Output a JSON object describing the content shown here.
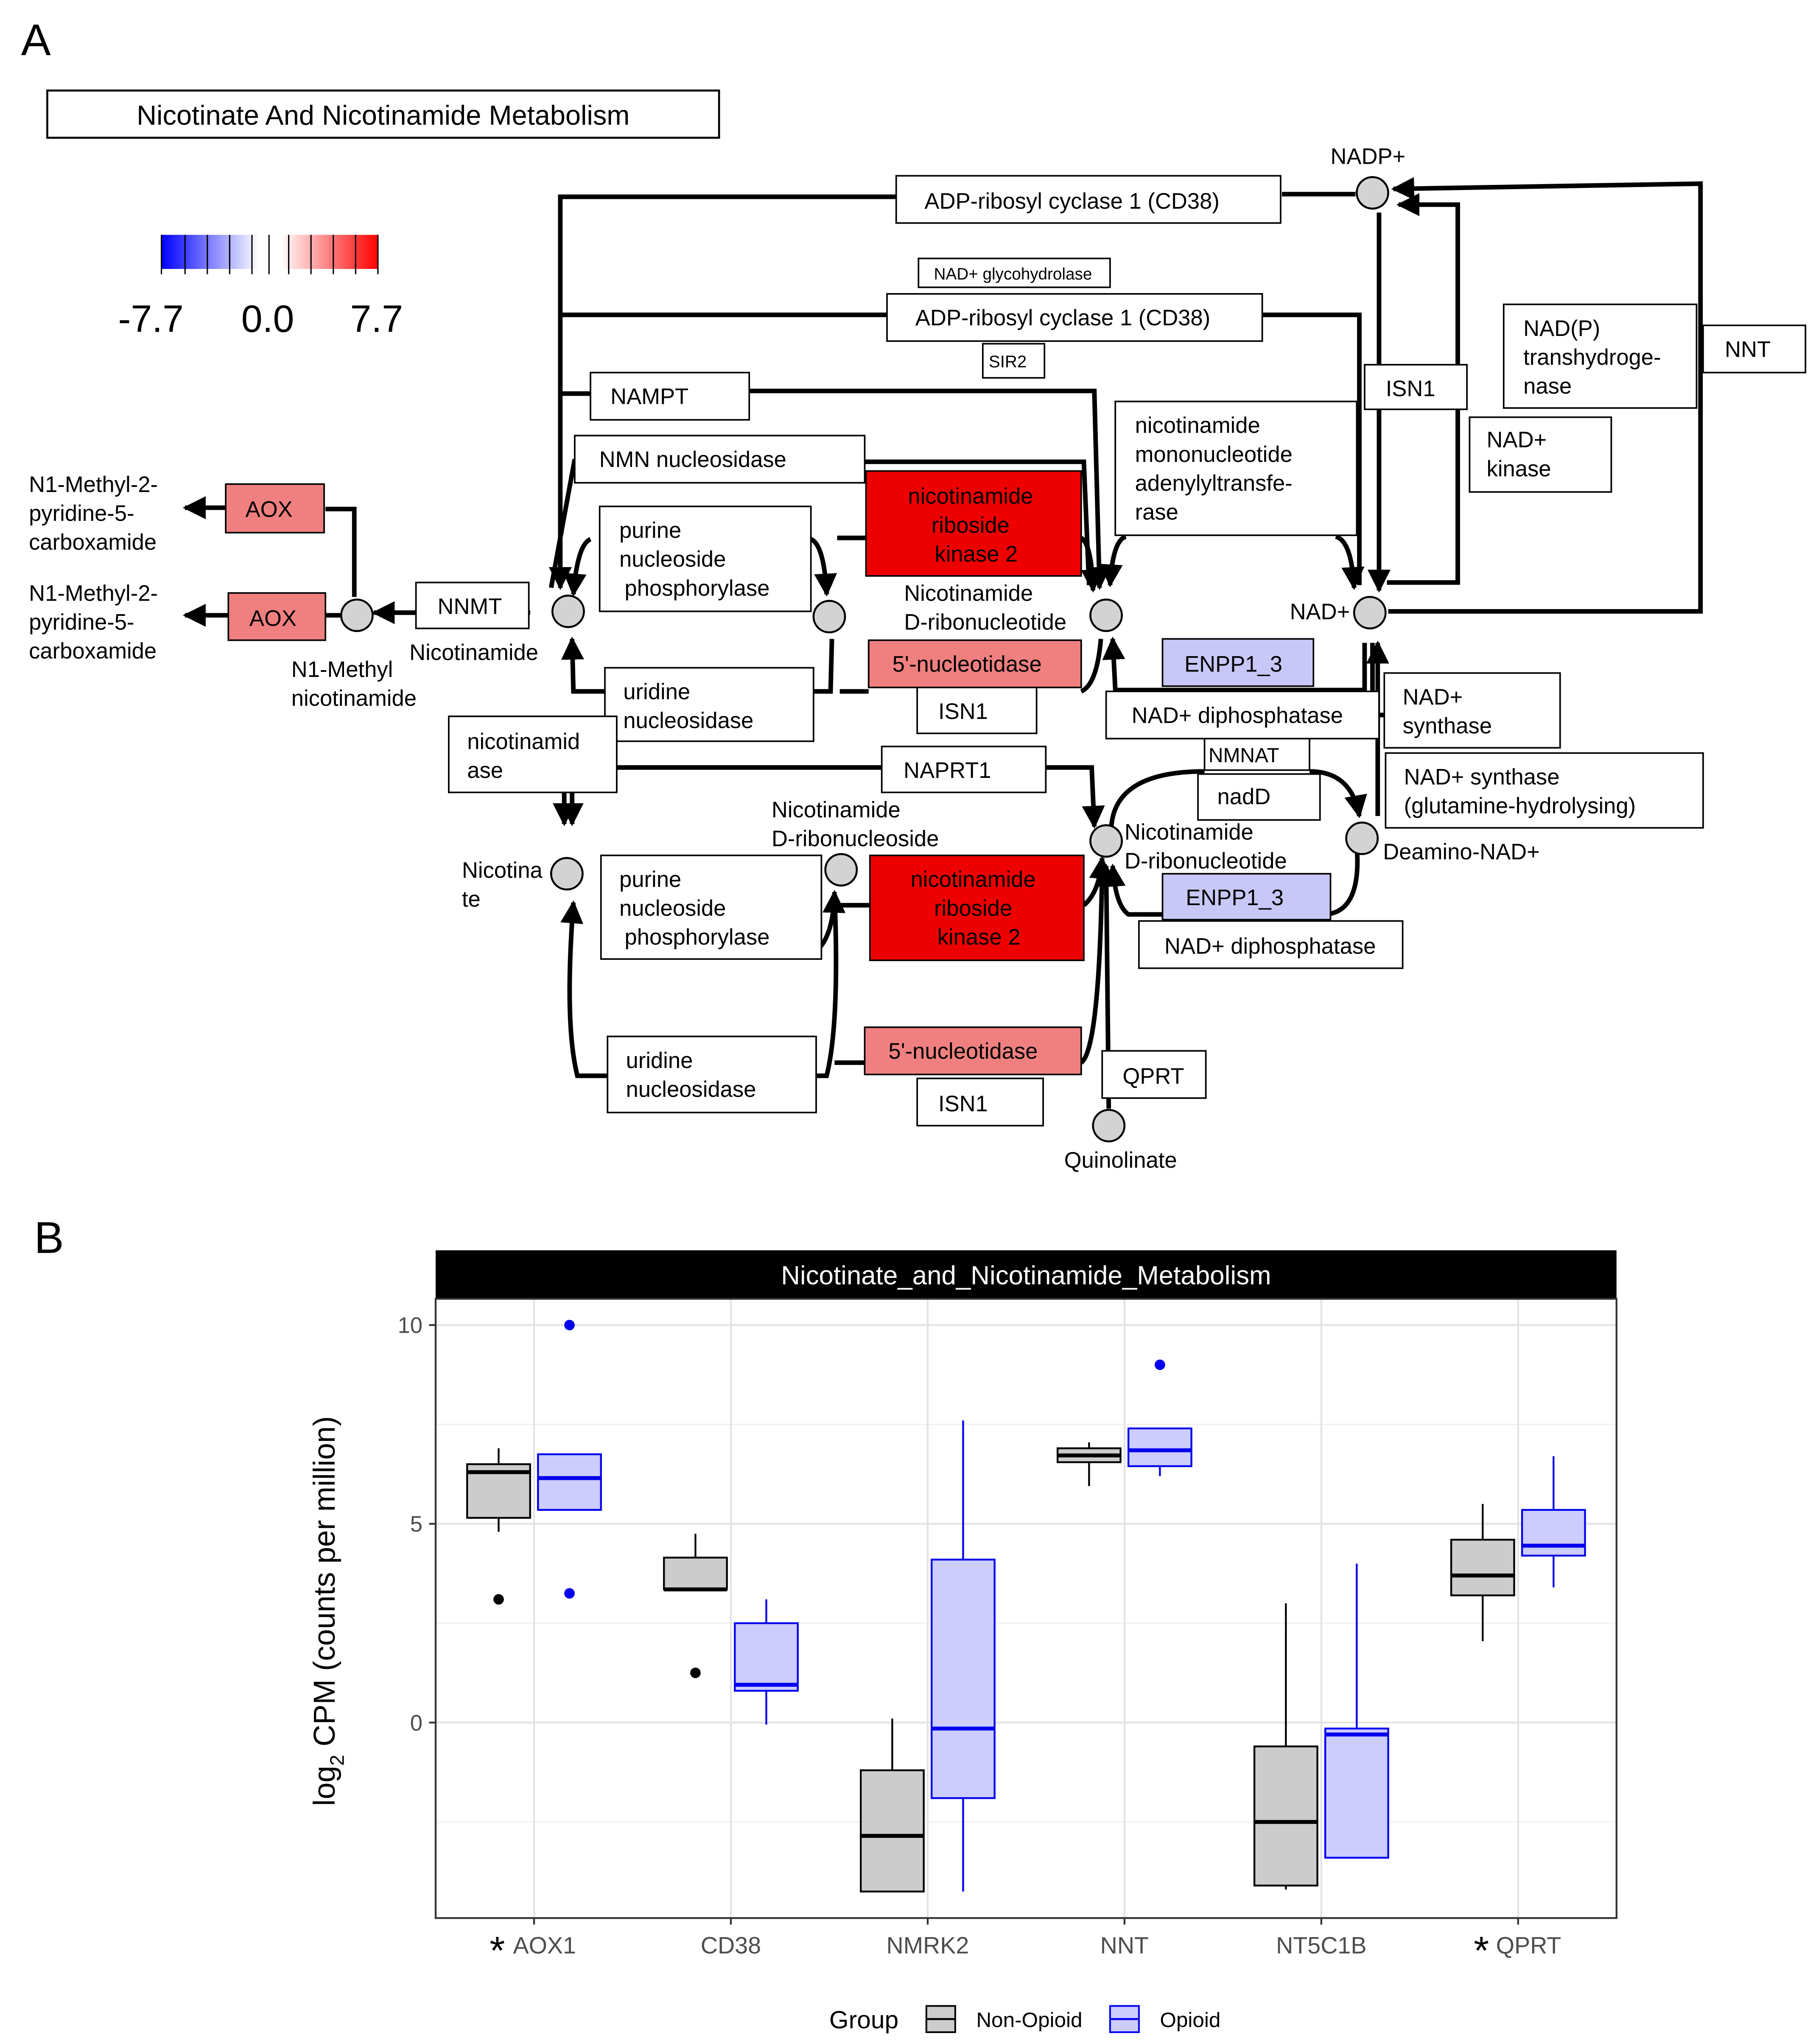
{
  "panel_a": {
    "letter": "A",
    "title": "Nicotinate And Nicotinamide Metabolism",
    "legend": {
      "min": "-7.7",
      "mid": "0.0",
      "max": "7.7"
    },
    "enzymes": {
      "cd38_top": "ADP-ribosyl cyclase 1 (CD38)",
      "nad_glycohydrolase": "NAD+ glycohydrolase",
      "cd38_mid": "ADP-ribosyl cyclase 1 (CD38)",
      "sir2": "SIR2",
      "nampt": "NAMPT",
      "nmn_nucleosidase": "NMN nucleosidase",
      "pnp_top": [
        "purine",
        "nucleoside",
        "phosphorylase"
      ],
      "nrk2_top": [
        "nicotinamide",
        "riboside",
        "kinase 2"
      ],
      "nt5_top": "5'-nucleotidase",
      "isn1_mid": "ISN1",
      "urid_top": [
        "uridine",
        "nucleosidase"
      ],
      "nicotinamidase": [
        "nicotinamid",
        "ase"
      ],
      "naprt1": "NAPRT1",
      "nmnat_long": [
        "nicotinamide",
        "mononucleotide",
        "adenylyltransfe-",
        "rase"
      ],
      "isn1_right": "ISN1",
      "nadp_transhydrogenase": [
        "NAD(P)",
        "transhydroge-",
        "nase"
      ],
      "nnt": "NNT",
      "nad_kinase": [
        "NAD+",
        "kinase"
      ],
      "nnmt": "NNMT",
      "aox_1": "AOX",
      "aox_2": "AOX",
      "enpp1_top": "ENPP1_3",
      "nad_diphosphatase_top": "NAD+ diphosphatase",
      "nad_synthase": [
        "NAD+",
        "synthase"
      ],
      "nad_synthase_gln": [
        "NAD+ synthase",
        "(glutamine-hydrolysing)"
      ],
      "nmnat": "NMNAT",
      "nadd": "nadD",
      "pnp_bottom": [
        "purine",
        "nucleoside",
        "phosphorylase"
      ],
      "nrk2_bottom": [
        "nicotinamide",
        "riboside",
        "kinase 2"
      ],
      "enpp1_bottom": "ENPP1_3",
      "nad_diphosphatase_bottom": "NAD+ diphosphatase",
      "urid_bottom": [
        "uridine",
        "nucleosidase"
      ],
      "nt5_bottom": "5'-nucleotidase",
      "qprt": "QPRT",
      "isn1_bottom": "ISN1"
    },
    "compounds": {
      "n1_methyl_2pyr_a": [
        "N1-Methyl-2-",
        "pyridine-5-",
        "carboxamide"
      ],
      "n1_methyl_2pyr_b": [
        "N1-Methyl-2-",
        "pyridine-5-",
        "carboxamide"
      ],
      "n1_methylnicotinamide": [
        "N1-Methyl",
        "nicotinamide"
      ],
      "nicotinamide": "Nicotinamide",
      "nmn": [
        "Nicotinamide",
        "D-ribonucleotide"
      ],
      "nadp": "NADP+",
      "nad": "NAD+",
      "nicotinate": [
        "Nicotina",
        "te"
      ],
      "nicotinate_riboside": [
        "Nicotinamide",
        "D-ribonucleoside"
      ],
      "nicotinate_ribonucleotide": [
        "Nicotinamide",
        "D-ribonucleotide"
      ],
      "deamino_nad": "Deamino-NAD+",
      "quinolinate": "Quinolinate"
    },
    "colors": {
      "deep_red": "#ee0000",
      "light_red": "#f08080",
      "light_blue": "#c8c8f8",
      "node_fill": "#d3d3d3"
    }
  },
  "panel_b": {
    "letter": "B",
    "strip_title": "Nicotinate_and_Nicotinamide_Metabolism",
    "ylabel_main": "log",
    "ylabel_sub": "2",
    "ylabel_rest": " CPM (counts per million)",
    "legend_title": "Group",
    "significance_mark": "*",
    "colors": {
      "non_opioid": "#000000",
      "opioid": "#0000ee",
      "non_opioid_fill": "#cccccc",
      "opioid_fill": "#ccccff"
    }
  },
  "chart_data": {
    "type": "box",
    "categories": [
      "AOX1",
      "CD38",
      "NMRK2",
      "NNT",
      "NT5C1B",
      "QPRT"
    ],
    "significant": [
      "AOX1",
      "QPRT"
    ],
    "y_ticks": [
      0,
      5,
      10
    ],
    "ylim": [
      -4.7,
      10.6
    ],
    "grid": true,
    "legend_position": "bottom",
    "series": [
      {
        "name": "Non-Opioid",
        "boxes": [
          {
            "q1": 5.15,
            "median": 6.3,
            "q3": 6.5,
            "whisker_low": 4.8,
            "whisker_high": 6.9,
            "outliers": [
              3.1
            ]
          },
          {
            "q1": 3.35,
            "median": 3.35,
            "q3": 4.15,
            "whisker_low": 3.35,
            "whisker_high": 4.75,
            "outliers": [
              1.25
            ]
          },
          {
            "q1": -4.25,
            "median": -2.85,
            "q3": -1.2,
            "whisker_low": -4.25,
            "whisker_high": 0.1,
            "outliers": []
          },
          {
            "q1": 6.55,
            "median": 6.72,
            "q3": 6.9,
            "whisker_low": 5.95,
            "whisker_high": 7.05,
            "outliers": []
          },
          {
            "q1": -4.1,
            "median": -2.5,
            "q3": -0.6,
            "whisker_low": -4.2,
            "whisker_high": 3.0,
            "outliers": []
          },
          {
            "q1": 3.2,
            "median": 3.7,
            "q3": 4.6,
            "whisker_low": 2.05,
            "whisker_high": 5.5,
            "outliers": []
          }
        ]
      },
      {
        "name": "Opioid",
        "boxes": [
          {
            "q1": 5.35,
            "median": 6.15,
            "q3": 6.75,
            "whisker_low": 5.35,
            "whisker_high": 6.75,
            "outliers": [
              10.0,
              3.25
            ]
          },
          {
            "q1": 0.8,
            "median": 0.95,
            "q3": 2.5,
            "whisker_low": -0.05,
            "whisker_high": 3.1,
            "outliers": []
          },
          {
            "q1": -1.9,
            "median": -0.15,
            "q3": 4.1,
            "whisker_low": -4.25,
            "whisker_high": 7.6,
            "outliers": []
          },
          {
            "q1": 6.45,
            "median": 6.85,
            "q3": 7.4,
            "whisker_low": 6.2,
            "whisker_high": 7.4,
            "outliers": [
              9.0
            ]
          },
          {
            "q1": -3.4,
            "median": -0.3,
            "q3": -0.15,
            "whisker_low": -3.4,
            "whisker_high": 4.0,
            "outliers": []
          },
          {
            "q1": 4.2,
            "median": 4.45,
            "q3": 5.35,
            "whisker_low": 3.4,
            "whisker_high": 6.7,
            "outliers": []
          }
        ]
      }
    ]
  }
}
